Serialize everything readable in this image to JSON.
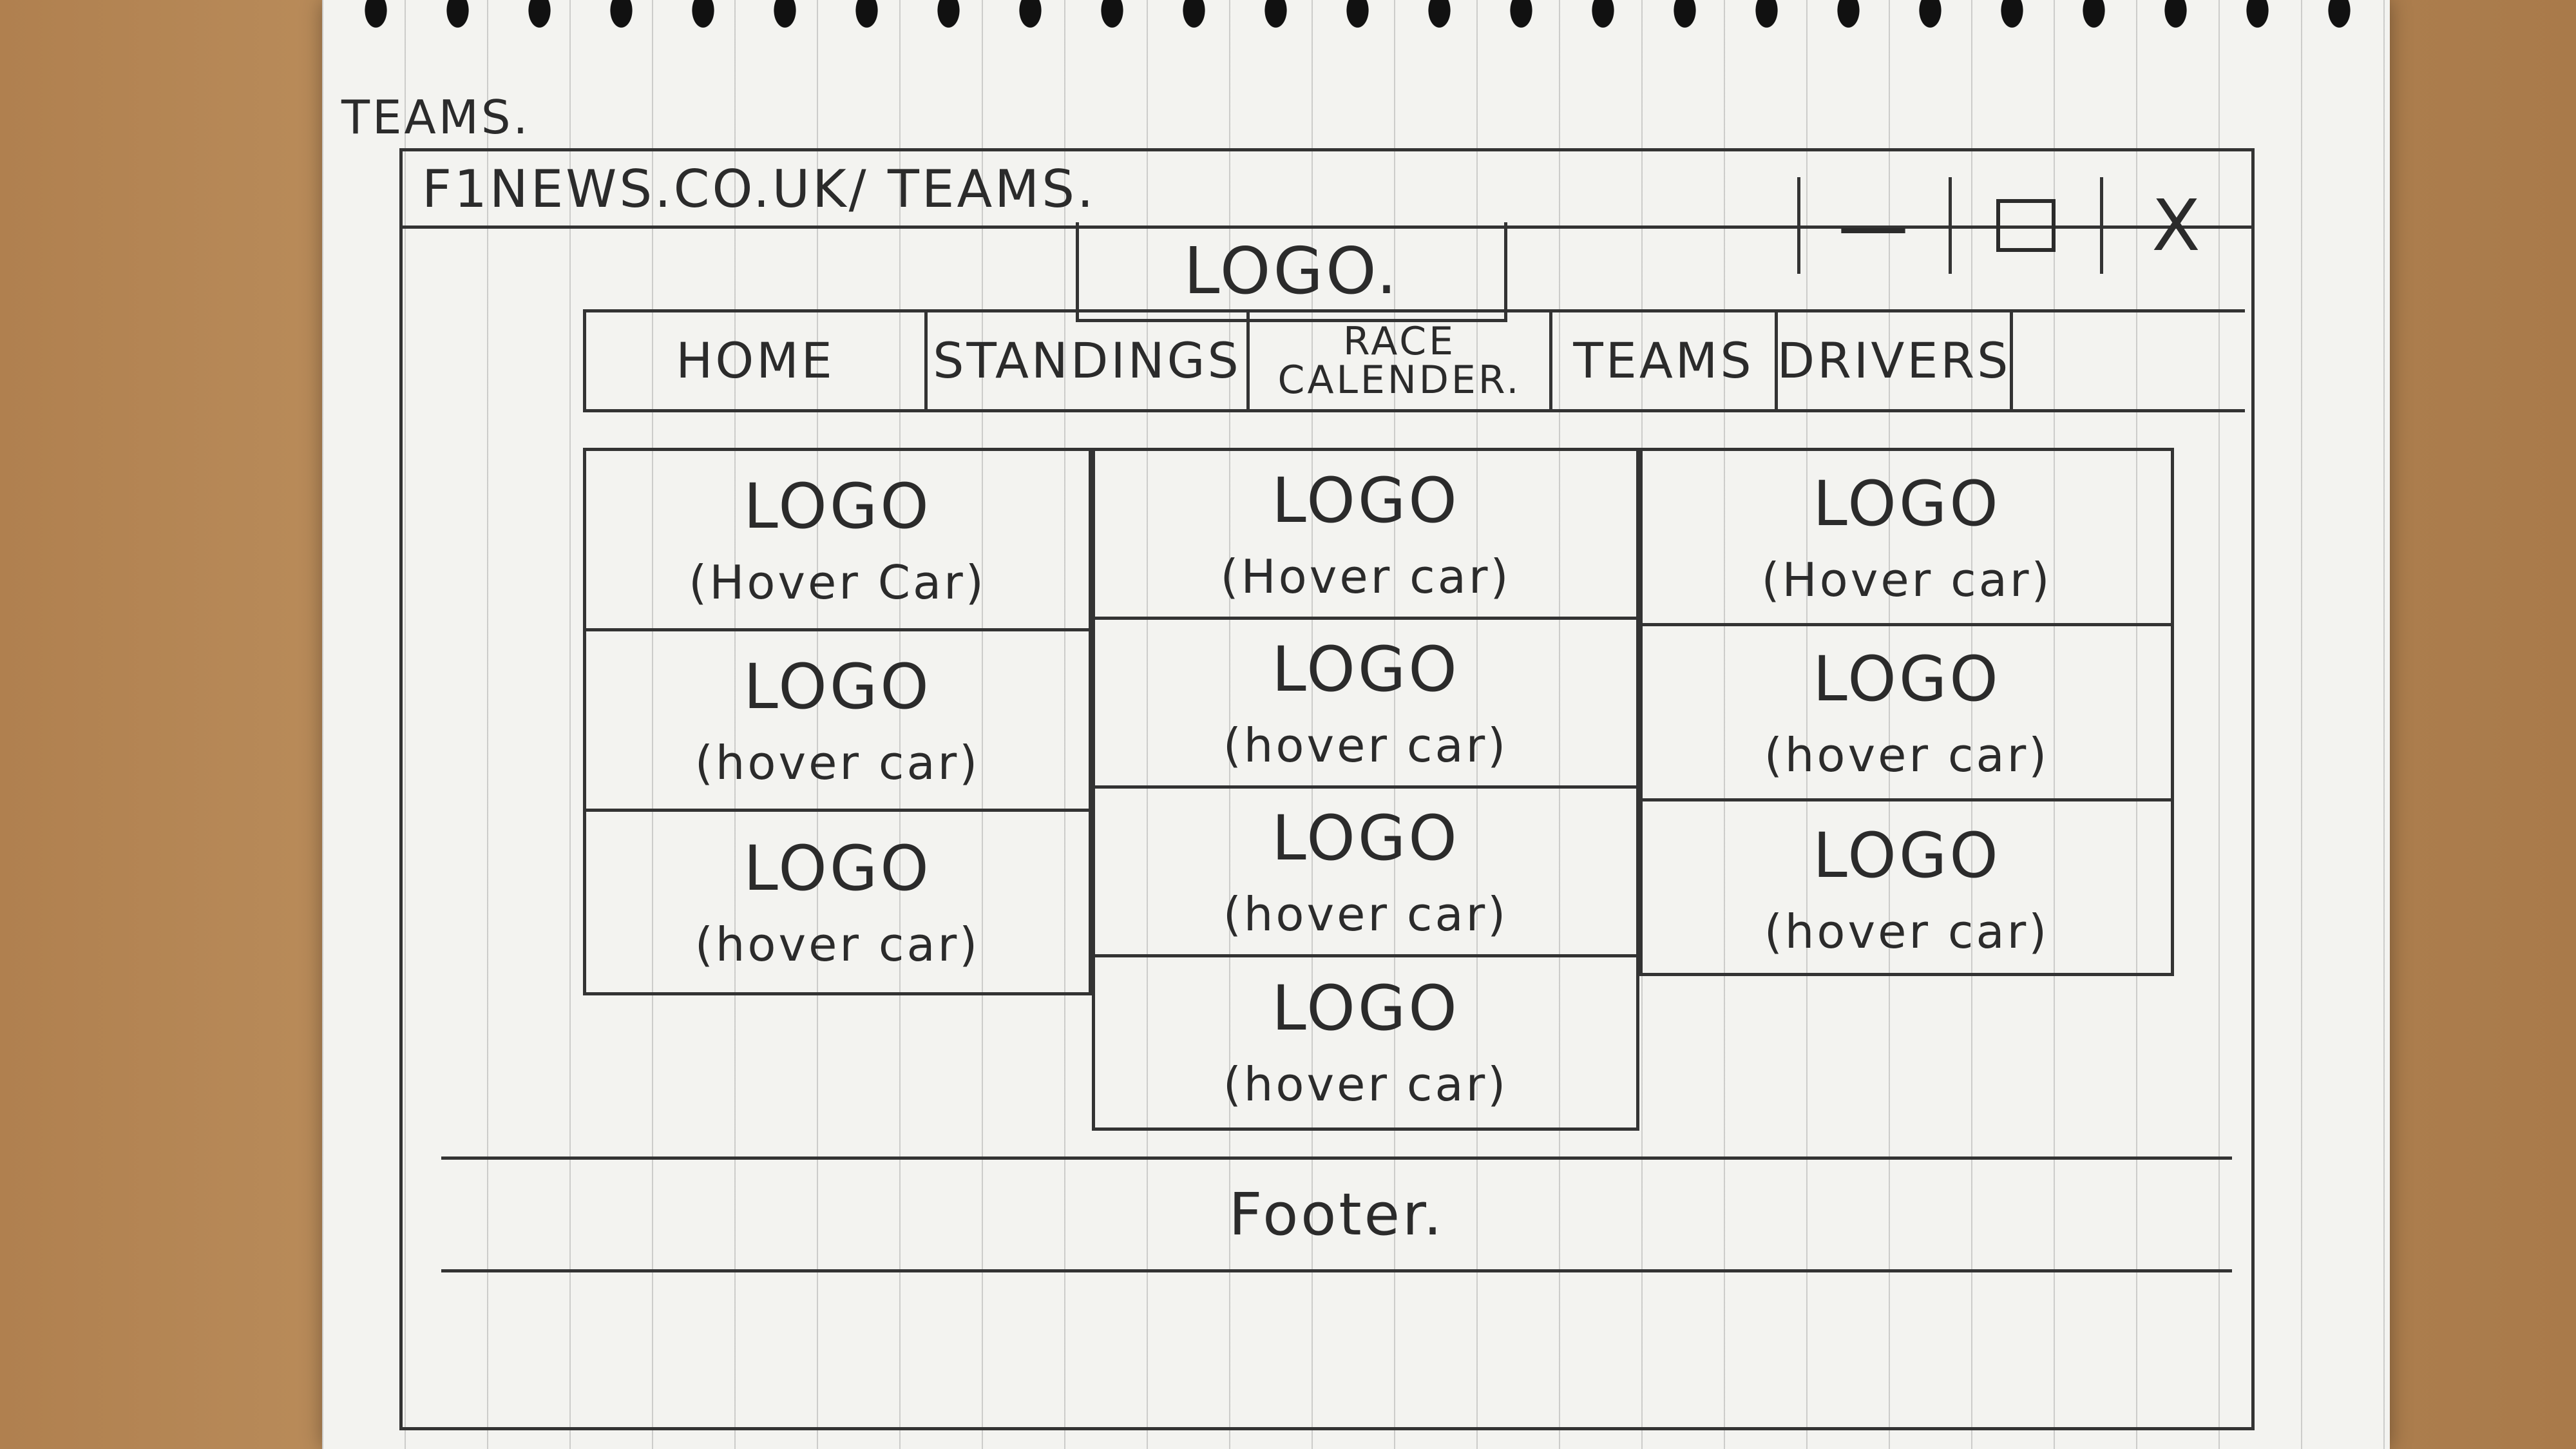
{
  "page_heading": "TEAMS.",
  "browser": {
    "url": "F1NEWS.CO.UK/ TEAMS.",
    "minimize_label": "—",
    "maximize_label": "",
    "close_label": "X"
  },
  "header": {
    "logo": "LOGO."
  },
  "nav": {
    "items": [
      {
        "label": "HOME"
      },
      {
        "label": "STANDINGS"
      },
      {
        "label": "RACE CALENDER."
      },
      {
        "label": "TEAMS"
      },
      {
        "label": "DRIVERS"
      }
    ]
  },
  "teams": {
    "col1": [
      {
        "logo": "LOGO",
        "sub": "(Hover Car)"
      },
      {
        "logo": "LOGO",
        "sub": "(hover car)"
      },
      {
        "logo": "LOGO",
        "sub": "(hover car)"
      }
    ],
    "col2": [
      {
        "logo": "LOGO",
        "sub": "(Hover car)"
      },
      {
        "logo": "LOGO",
        "sub": "(hover car)"
      },
      {
        "logo": "LOGO",
        "sub": "(hover car)"
      },
      {
        "logo": "LOGO",
        "sub": "(hover car)"
      }
    ],
    "col3": [
      {
        "logo": "LOGO",
        "sub": "(Hover car)"
      },
      {
        "logo": "LOGO",
        "sub": "(hover car)"
      },
      {
        "logo": "LOGO",
        "sub": "(hover car)"
      }
    ]
  },
  "footer": {
    "label": "Footer."
  }
}
